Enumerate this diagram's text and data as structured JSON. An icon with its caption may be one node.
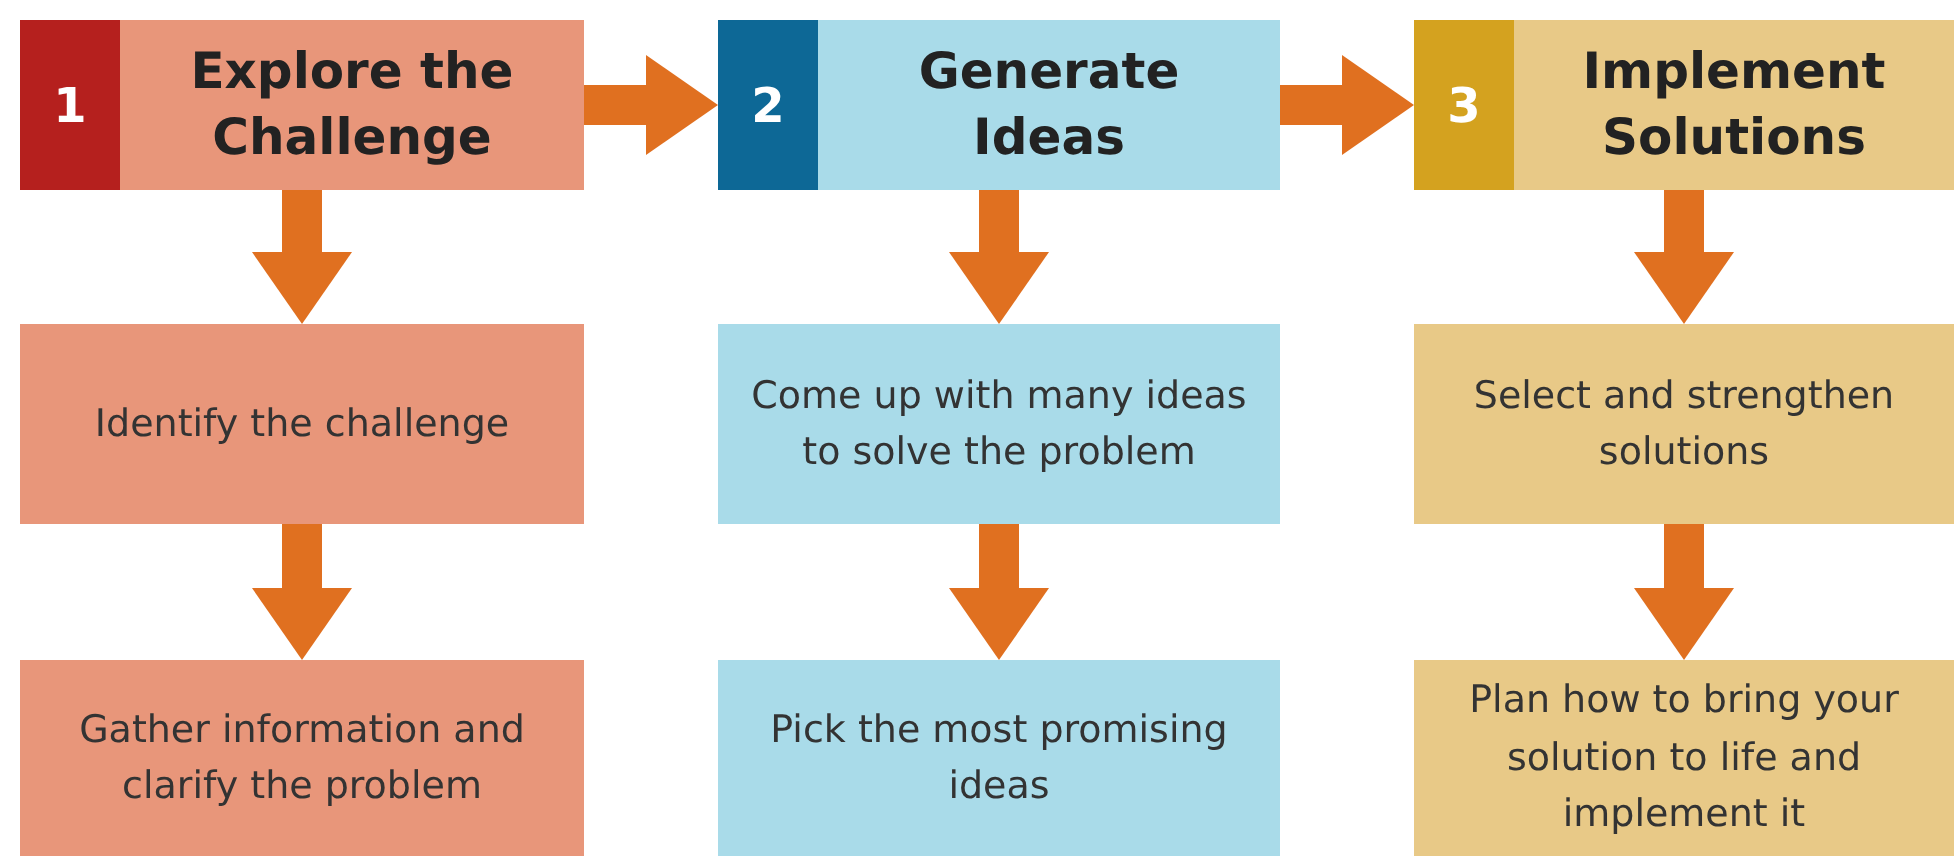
{
  "diagram": {
    "nodes": [
      {
        "text": [
          "1",
          "Explore the Challenge"
        ]
      },
      {
        "text": [
          "2",
          "Generate Ideas"
        ]
      },
      {
        "text": [
          "3",
          "Implement Solutions"
        ]
      },
      {
        "text": [
          "Identify the challenge"
        ]
      },
      {
        "text": [
          "Come up with many ideas to solve the problem"
        ]
      },
      {
        "text": [
          "Select and strengthen solutions"
        ]
      },
      {
        "text": [
          "Gather information and clarify the problem"
        ]
      },
      {
        "text": [
          "Pick the most promising ideas"
        ]
      },
      {
        "text": [
          "Plan how to bring your solution to life and implement it"
        ]
      }
    ],
    "edges": [
      {
        "from": 0,
        "to": 1,
        "arrow": "to"
      },
      {
        "from": 1,
        "to": 2,
        "arrow": "to"
      },
      {
        "from": 0,
        "to": 3,
        "arrow": "to"
      },
      {
        "from": 3,
        "to": 6,
        "arrow": "to"
      },
      {
        "from": 1,
        "to": 4,
        "arrow": "to"
      },
      {
        "from": 4,
        "to": 7,
        "arrow": "to"
      },
      {
        "from": 2,
        "to": 5,
        "arrow": "to"
      },
      {
        "from": 5,
        "to": 8,
        "arrow": "to"
      }
    ]
  }
}
